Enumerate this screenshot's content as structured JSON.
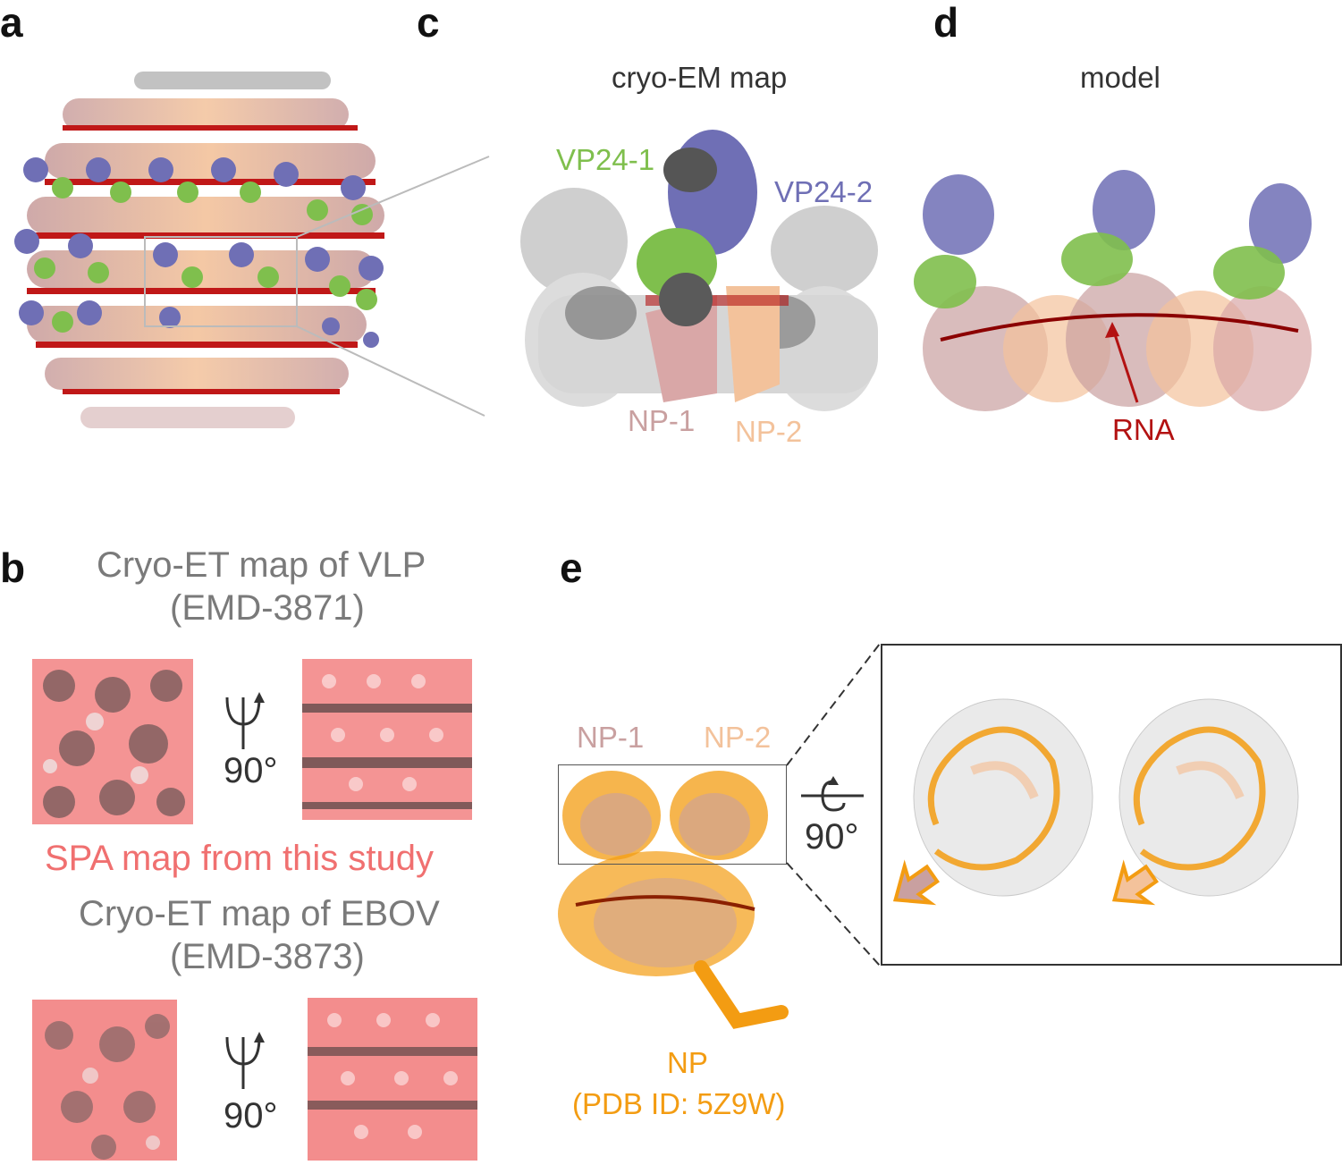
{
  "panels": {
    "a": {
      "letter": "a"
    },
    "b": {
      "letter": "b",
      "vlp_title_line1": "Cryo-ET map of VLP",
      "vlp_title_line2": "(EMD-3871)",
      "rotation_1": "90°",
      "spa_label": "SPA map from this study",
      "ebov_title_line1": "Cryo-ET map of EBOV",
      "ebov_title_line2": "(EMD-3873)",
      "rotation_2": "90°"
    },
    "c": {
      "letter": "c",
      "title": "cryo-EM map",
      "vp24_1": "VP24-1",
      "vp24_2": "VP24-2",
      "np_1": "NP-1",
      "np_2": "NP-2"
    },
    "d": {
      "letter": "d",
      "title": "model",
      "rna": "RNA"
    },
    "e": {
      "letter": "e",
      "np_1": "NP-1",
      "np_2": "NP-2",
      "rotation": "90°",
      "np_label": "NP",
      "pdb_label": "(PDB ID: 5Z9W)"
    }
  },
  "colors": {
    "vp24_green": "#7fbf4d",
    "vp24_purple": "#6f6fb5",
    "np1_pink": "#c9a0a0",
    "np2_peach": "#f3c29b",
    "rna_red": "#b31212",
    "spa_red": "#f07070",
    "np_orange": "#f39c12"
  }
}
